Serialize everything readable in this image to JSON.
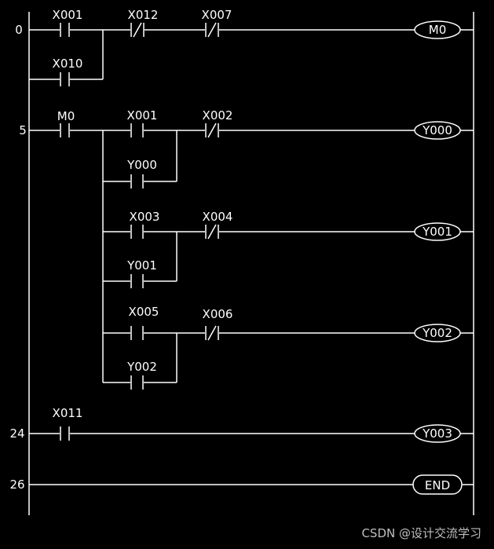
{
  "diagram": {
    "steps": [
      "0",
      "5",
      "24",
      "26"
    ],
    "contacts": {
      "r0_x001": "X001",
      "r0_x012": "X012",
      "r0_x007": "X007",
      "r0_x010": "X010",
      "r1_m0": "M0",
      "r1_x001": "X001",
      "r1_x002": "X002",
      "r1_y000": "Y000",
      "r2_x003": "X003",
      "r2_x004": "X004",
      "r2_y001": "Y001",
      "r3_x005": "X005",
      "r3_x006": "X006",
      "r3_y002": "Y002",
      "r4_x011": "X011"
    },
    "coils": {
      "m0": "M0",
      "y000": "Y000",
      "y001": "Y001",
      "y002": "Y002",
      "y003": "Y003",
      "end": "END"
    }
  },
  "watermark": "CSDN @设计交流学习",
  "colors": {
    "background": "#000000",
    "line": "#ffffff",
    "watermark": "#bfbfbf"
  }
}
